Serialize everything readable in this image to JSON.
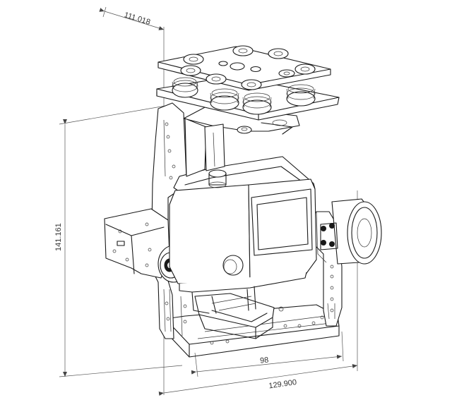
{
  "dimensions": {
    "top_width": "111.018",
    "height": "141.161",
    "inner_width": "98",
    "overall_width": "129.900"
  }
}
